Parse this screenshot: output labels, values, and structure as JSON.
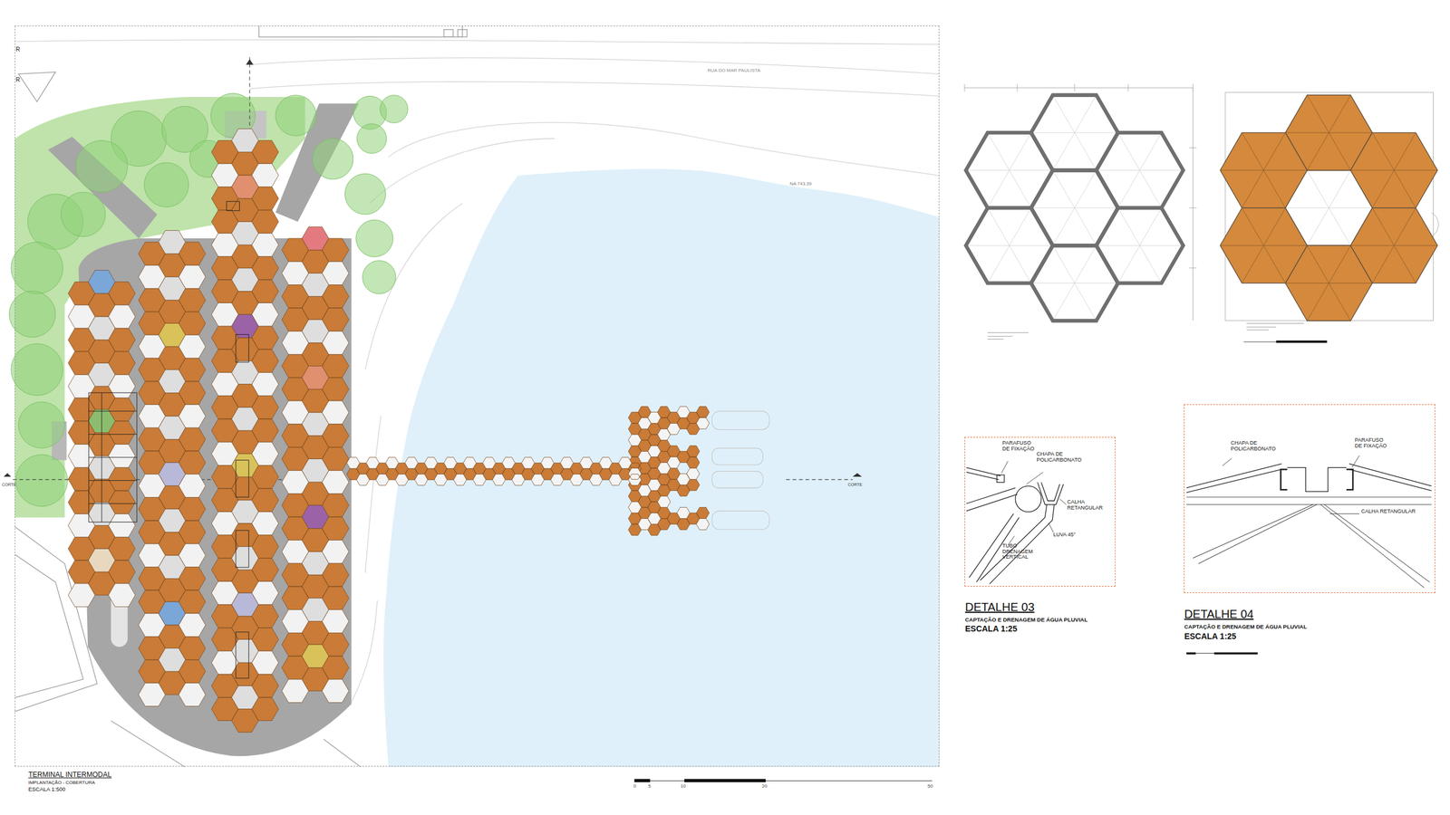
{
  "diagram": {
    "nodes": [
      {
        "text": [
          "TERMINAL INTERMODAL",
          "IMPLANTAÇÃO - COBERTURA",
          "ESCALA 1:500"
        ]
      },
      {
        "text": [
          "DETALHE 03",
          "CAPTAÇÃO E DRENAGEM DE ÁGUA PLUVIAL",
          "ESCALA 1:25"
        ]
      },
      {
        "text": [
          "DETALHE 04",
          "CAPTAÇÃO E DRENAGEM DE ÁGUA PLUVIAL",
          "ESCALA 1:25"
        ]
      }
    ],
    "labels": [
      "RUA DO MAR PAULISTA",
      "NA 743.39",
      "CORTE",
      "CORTE",
      "R",
      "R",
      "0",
      "5",
      "10",
      "20",
      "50",
      "PARAFUSO DE FIXAÇÃO",
      "CHAPA DE POLICARBONATO",
      "CALHA RETANGULAR",
      "LUVA 45°",
      "TUBO DRENAGEM VERTICAL",
      "CHAPA DE POLICARBONATO",
      "PARAFUSO DE FIXAÇÃO",
      "CALHA RETANGULAR"
    ]
  }
}
